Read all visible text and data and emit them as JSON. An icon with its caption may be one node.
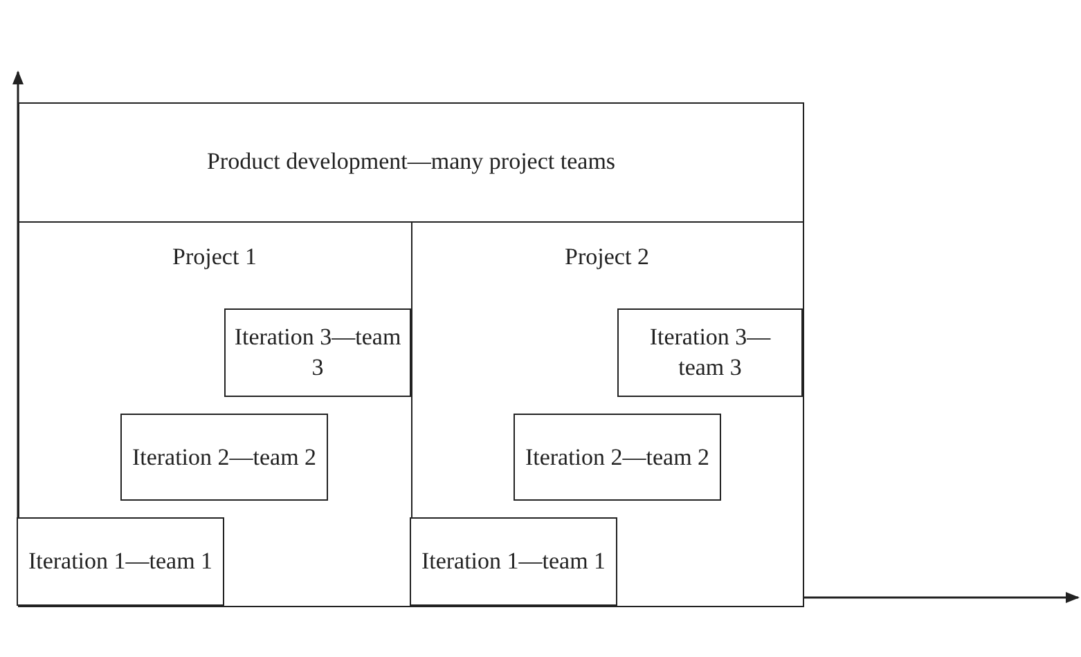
{
  "diagram": {
    "nodes": [
      {
        "text": [
          "Product development—many project teams"
        ]
      },
      {
        "text": [
          "Project 1"
        ],
        "in": 0
      },
      {
        "text": [
          "Iteration 3—team 3"
        ],
        "in": 1
      },
      {
        "text": [
          "Iteration 2—team 2"
        ],
        "in": 1
      },
      {
        "text": [
          "Iteration 1—team 1"
        ],
        "in": 1
      },
      {
        "text": [
          "Project 2"
        ],
        "in": 0
      },
      {
        "text": [
          "Iteration 3—team 3"
        ],
        "in": 5
      },
      {
        "text": [
          "Iteration 2—team 2"
        ],
        "in": 5
      },
      {
        "text": [
          "Iteration 1—team 1"
        ],
        "in": 5
      }
    ],
    "edges": []
  }
}
